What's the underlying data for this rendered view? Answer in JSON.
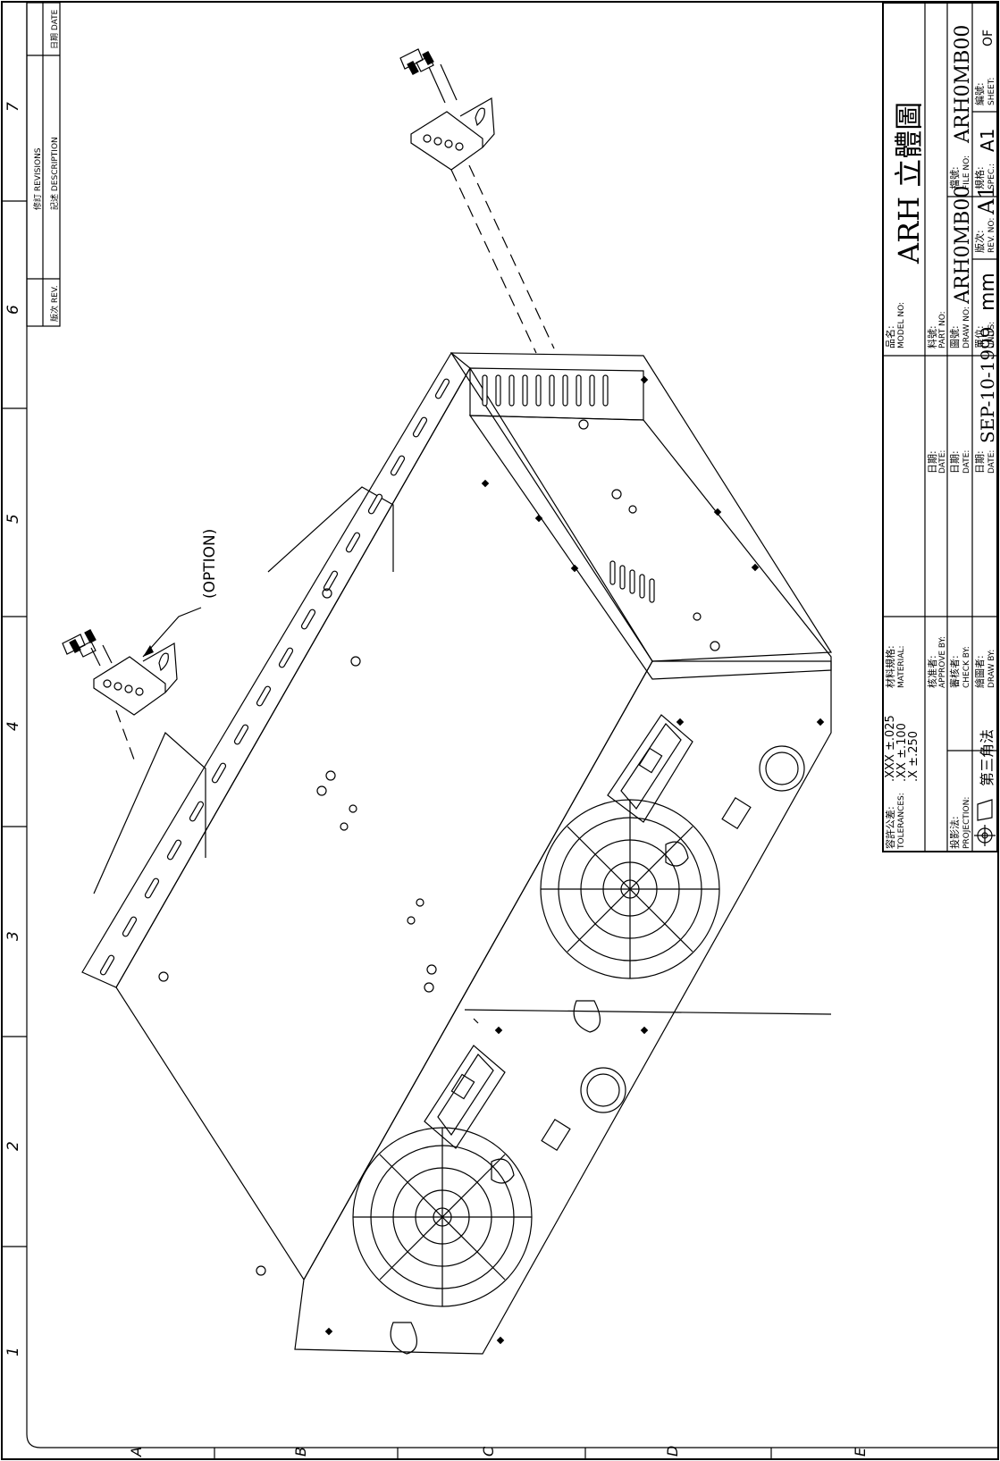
{
  "revisions": {
    "rev": "版次 REV.",
    "revisions": "修訂 REVISIONS",
    "description": "記述 DESCRIPTION",
    "date": "日期 DATE"
  },
  "grid": {
    "numbers": [
      "1",
      "2",
      "3",
      "4",
      "5",
      "6",
      "7"
    ],
    "letters": [
      "A",
      "B",
      "C",
      "D",
      "E"
    ]
  },
  "callout": {
    "option": "(OPTION)"
  },
  "title_block": {
    "model_label_cn": "品名:",
    "model_label_en": "MODEL NO:",
    "model_value": "ARH 立體圖",
    "part_label_cn": "料號:",
    "part_label_en": "PART NO:",
    "draw_no_label_cn": "圖號:",
    "draw_no_label_en": "DRAW NO:",
    "draw_no_value": "ARH0MB00",
    "file_no_label_cn": "檔號:",
    "file_no_label_en": "FILE NO:",
    "file_no_value": "ARH0MB00",
    "units_label_cn": "單位:",
    "units_label_en": "UNITS:",
    "units_value": "mm",
    "rev_no_label_cn": "版次:",
    "rev_no_label_en": "REV. NO:",
    "rev_no_value": "A1",
    "spec_label_cn": "規格:",
    "spec_label_en": "SPEC.:",
    "spec_value": "A1",
    "sheet_label_cn": "編號:",
    "sheet_label_en": "SHEET:",
    "sheet_value": "OF",
    "approve_date_cn": "日期:",
    "approve_date_en": "DATE:",
    "check_date_cn": "日期:",
    "check_date_en": "DATE:",
    "draw_date_cn": "日期:",
    "draw_date_en": "DATE:",
    "draw_date_value": "SEP-10-1999",
    "material_cn": "材料規格:",
    "material_en": "MATERIAL:",
    "approve_cn": "核准者:",
    "approve_en": "APPROVE BY:",
    "check_cn": "審核者:",
    "check_en": "CHECK BY:",
    "draw_cn": "繪圖者:",
    "draw_en": "DRAW BY:",
    "tolerances_cn": "容許公差:",
    "tolerances_en": "TOLERANCES:",
    "tol_xxx": ".XXX   ±.025",
    "tol_xx": ".XX    ±.100",
    "tol_x": ".X     ±.250",
    "projection_cn": "投影法:",
    "projection_en": "PROJECTION:",
    "projection_value": "第三角法"
  }
}
